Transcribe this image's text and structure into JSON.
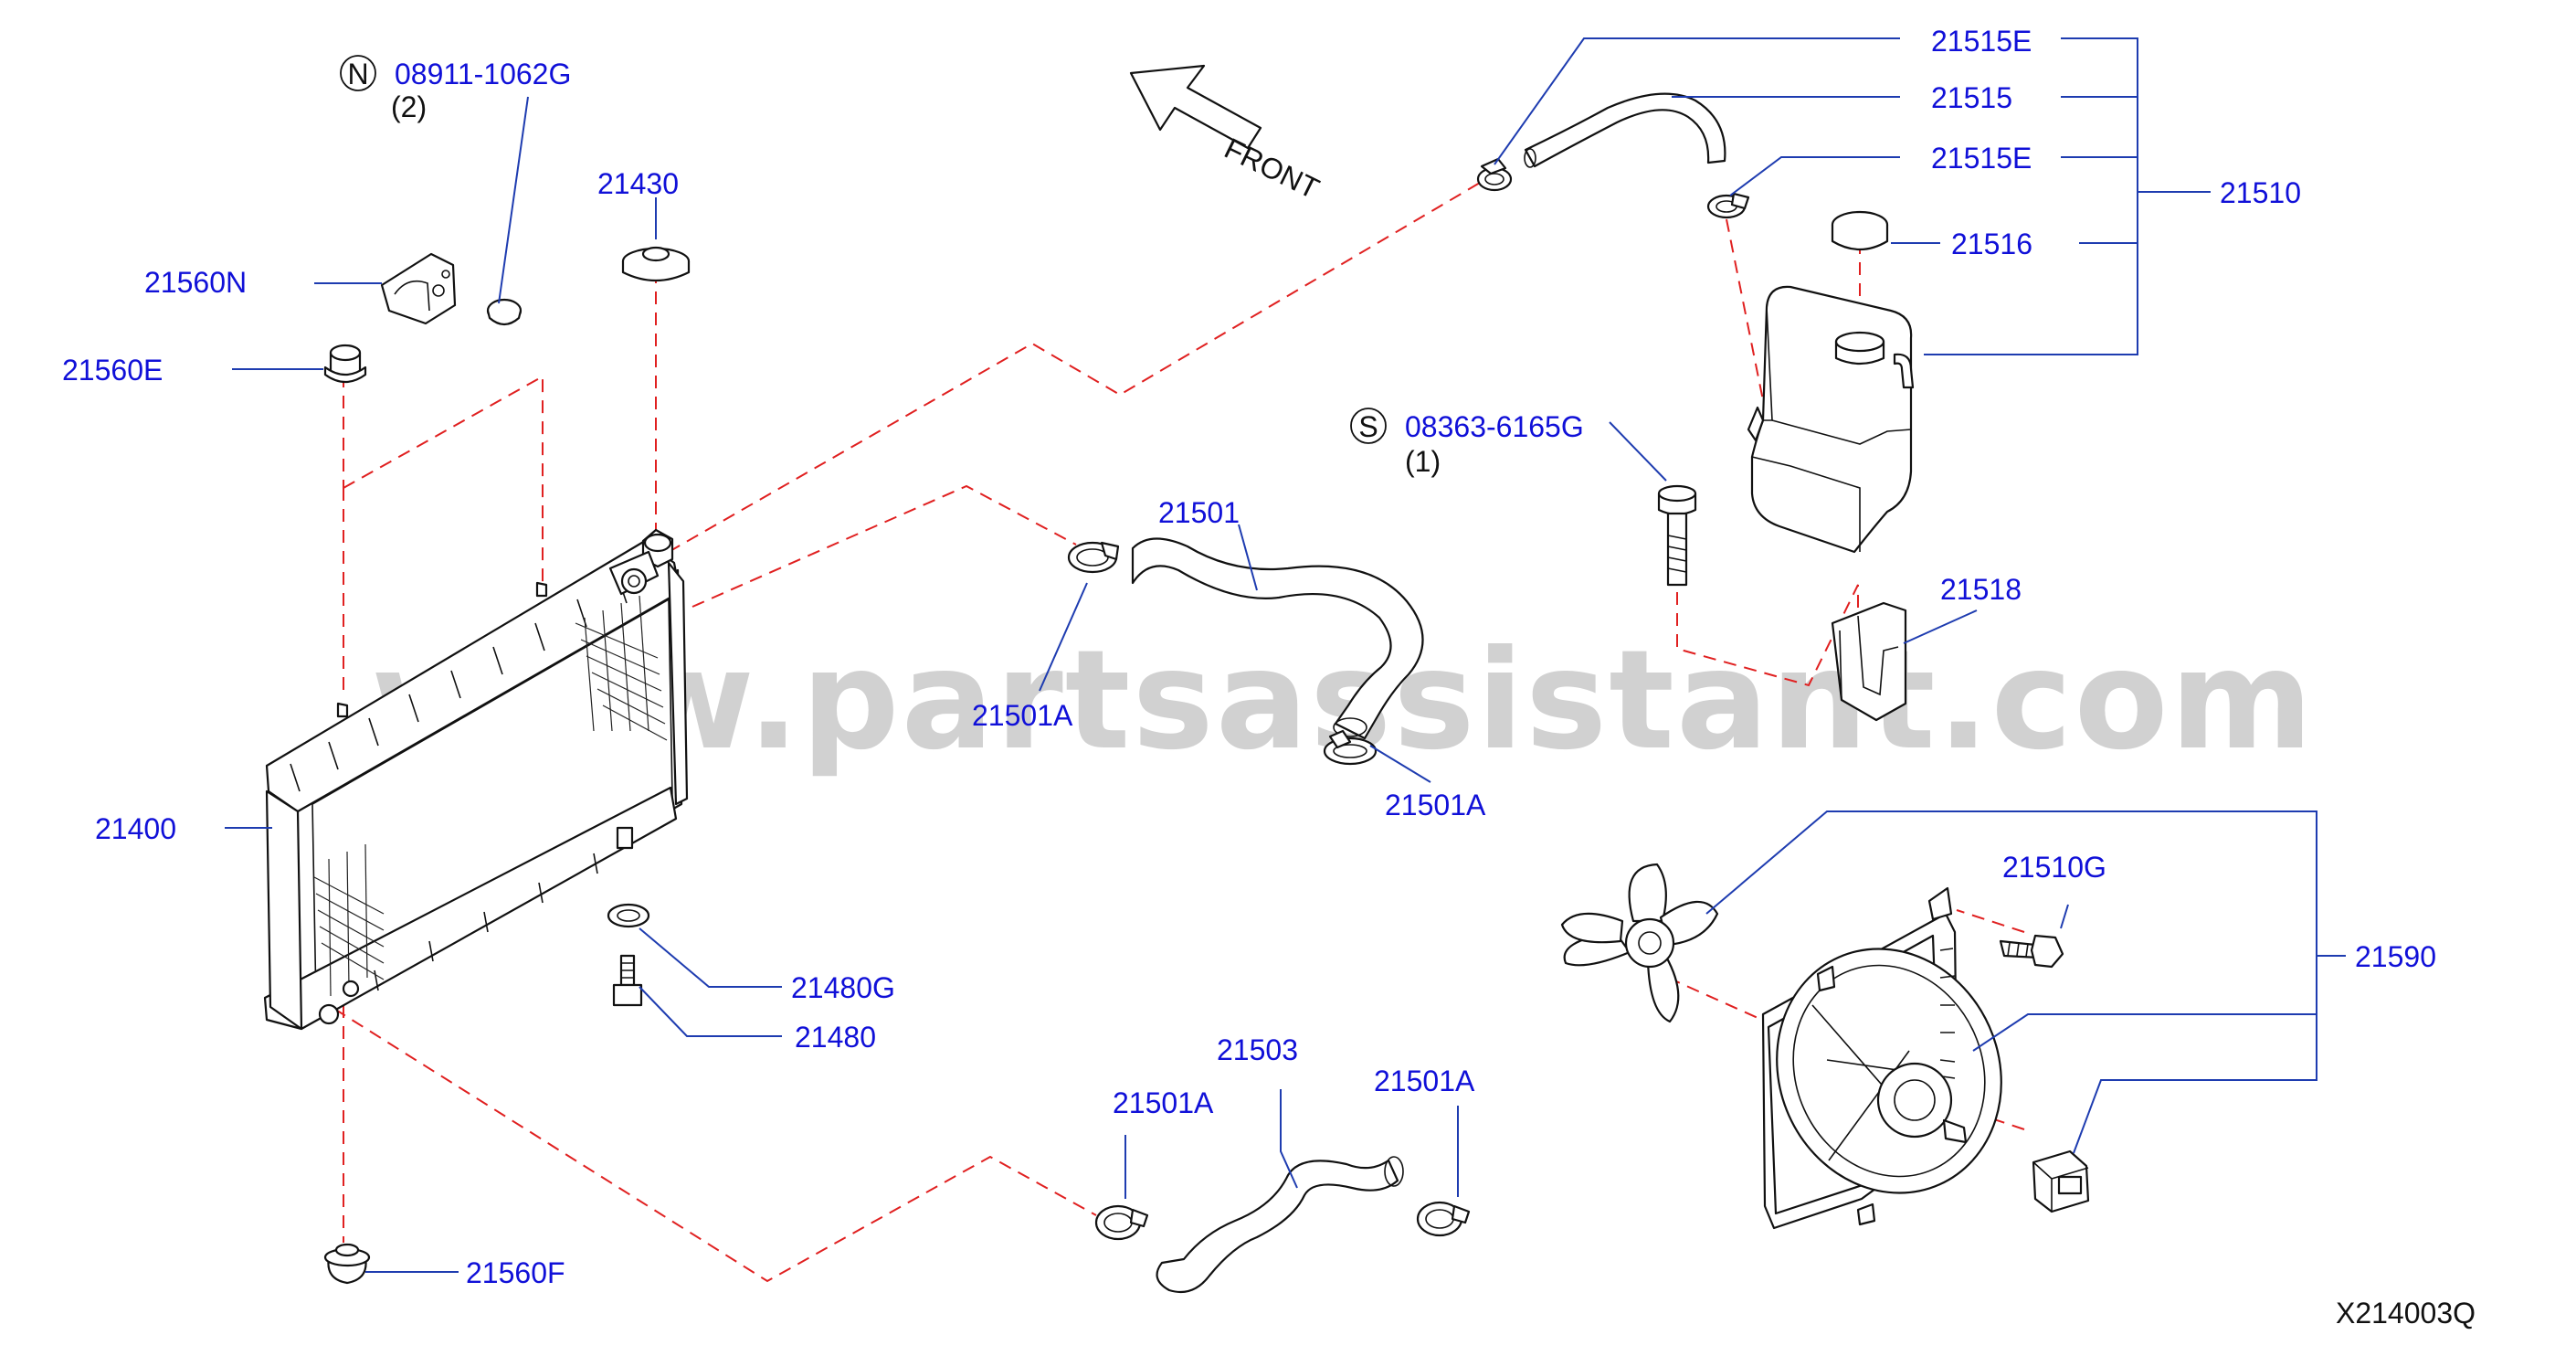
{
  "watermark": "www.partsassistant.com",
  "figure_code": "X214003Q",
  "front_label": "FRONT",
  "callouts": {
    "n_bolt": {
      "symbol": "N",
      "part": "08911-1062G",
      "qty": "(2)"
    },
    "s_bolt": {
      "symbol": "S",
      "part": "08363-6165G",
      "qty": "(1)"
    }
  },
  "parts": {
    "p21430": "21430",
    "p21560N": "21560N",
    "p21560E": "21560E",
    "p21400": "21400",
    "p21480G": "21480G",
    "p21480": "21480",
    "p21560F": "21560F",
    "p21501": "21501",
    "p21501A_1": "21501A",
    "p21501A_2": "21501A",
    "p21501A_3": "21501A",
    "p21501A_4": "21501A",
    "p21503": "21503",
    "p21515E_1": "21515E",
    "p21515": "21515",
    "p21515E_2": "21515E",
    "p21516": "21516",
    "p21510": "21510",
    "p21518": "21518",
    "p21510G": "21510G",
    "p21590": "21590"
  },
  "colors": {
    "label": "#1010d8",
    "leader": "#1e3cb0",
    "dashed_guide": "#e02020",
    "line_art": "#111111"
  }
}
